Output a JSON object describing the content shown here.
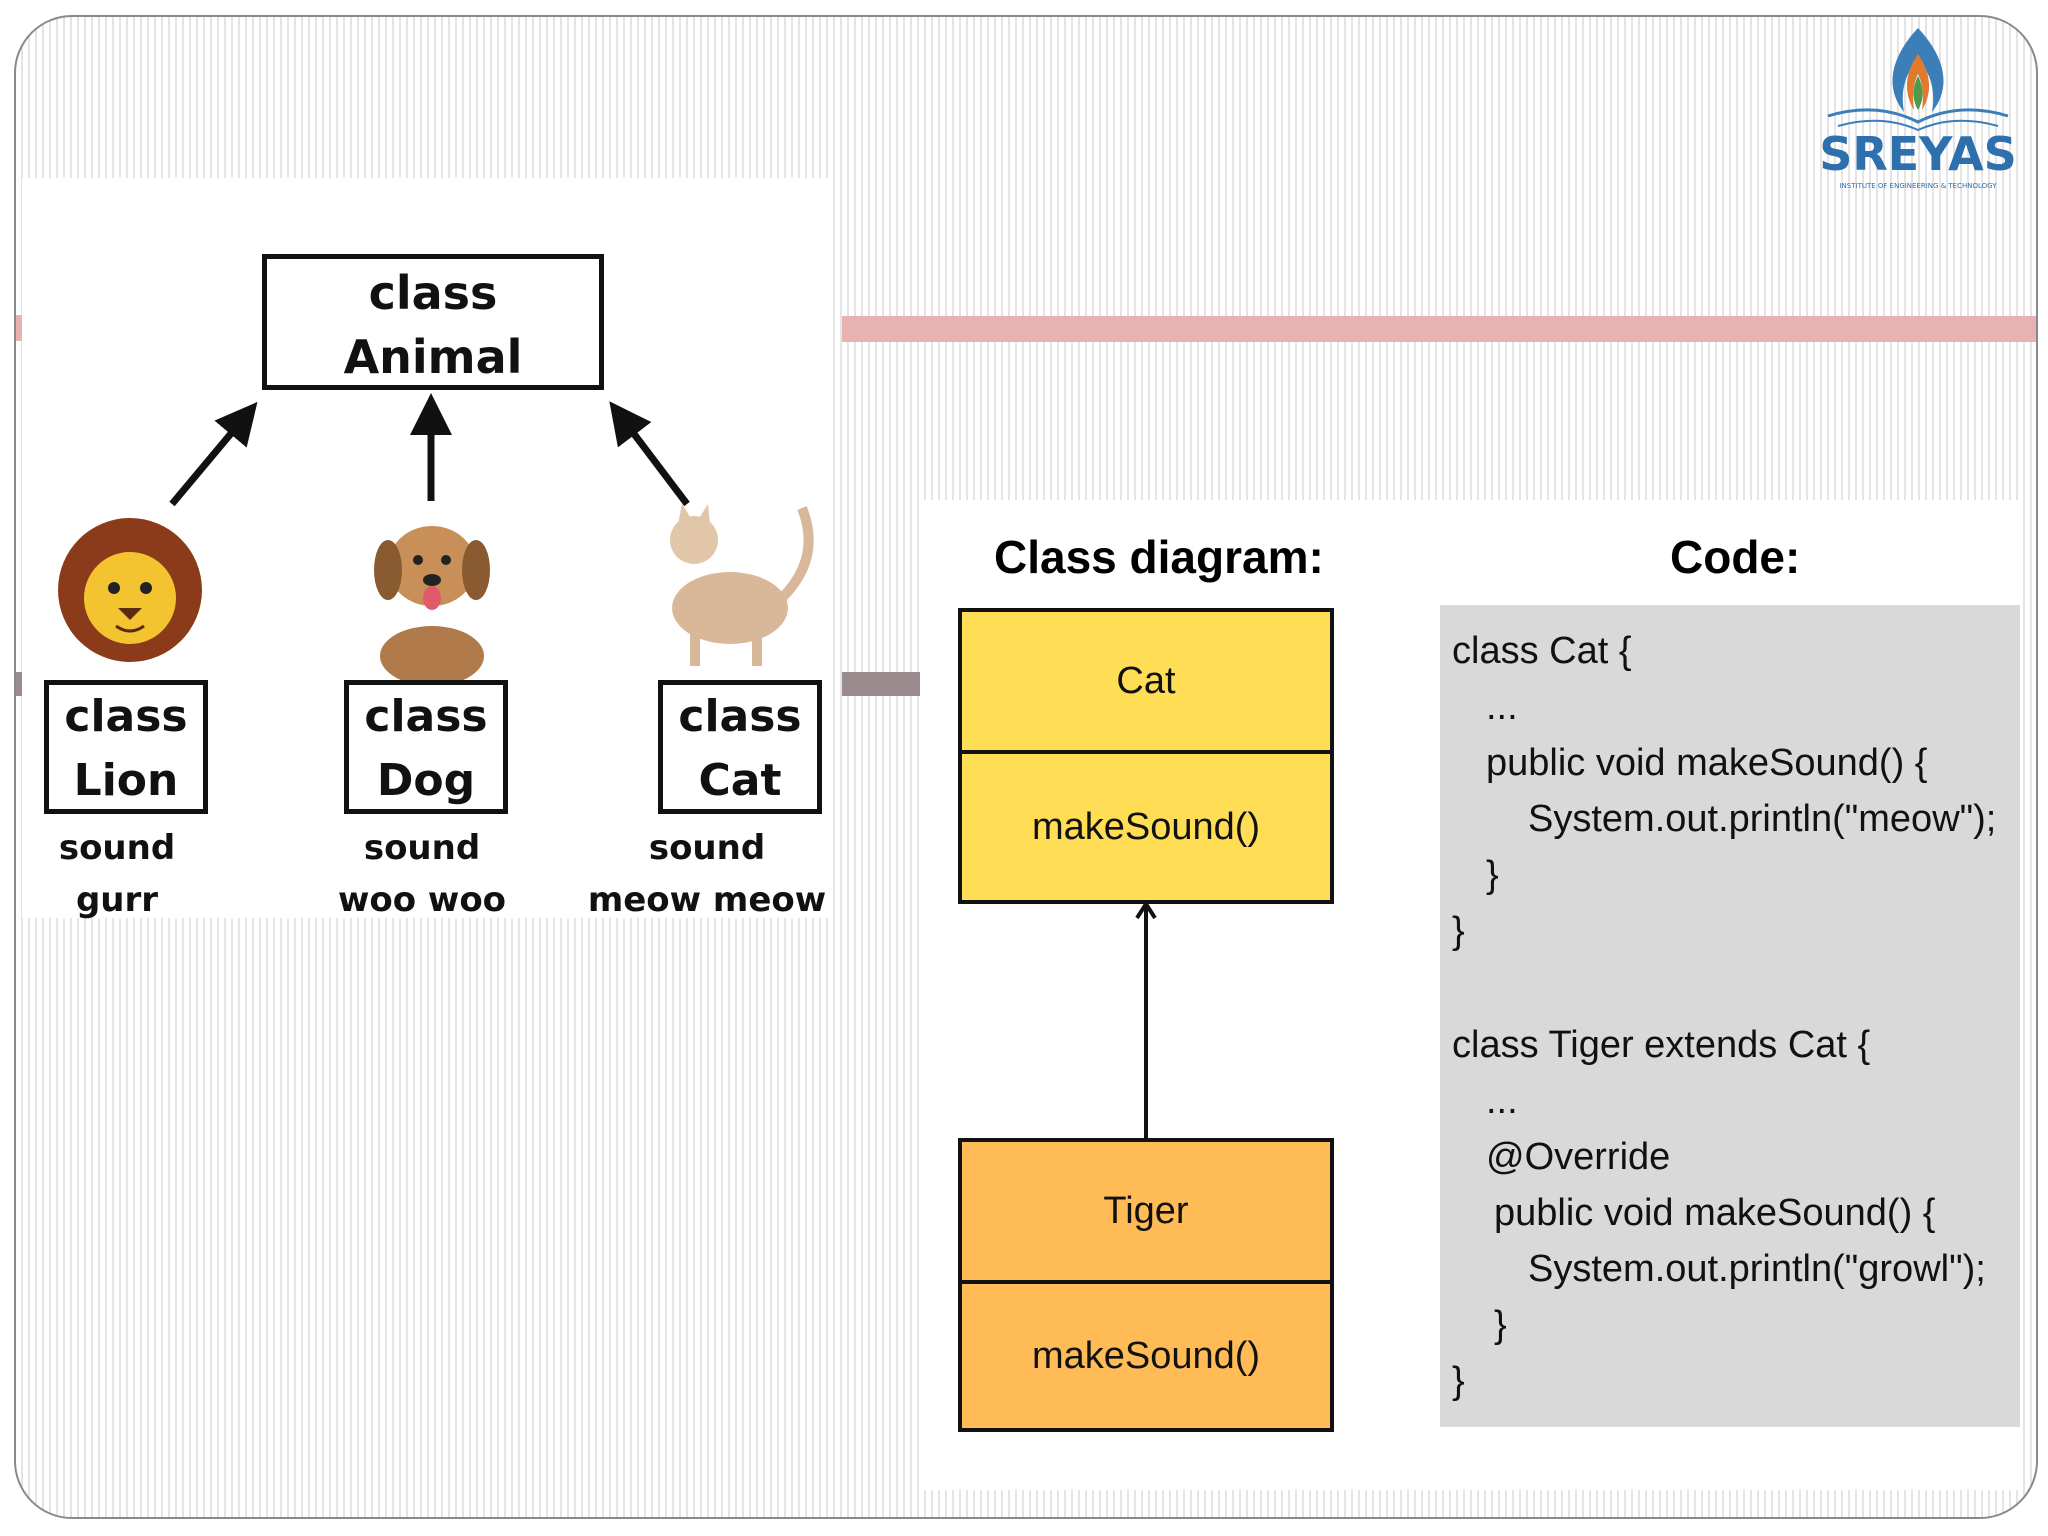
{
  "logo": {
    "text": "SREYAS",
    "tagline": "INSTITUTE OF ENGINEERING & TECHNOLOGY"
  },
  "animal_diagram": {
    "parent": {
      "line1": "class",
      "line2": "Animal"
    },
    "children": [
      {
        "line1": "class",
        "line2": "Lion",
        "sound_label": "sound",
        "sound_value": "gurr",
        "icon": "lion-icon"
      },
      {
        "line1": "class",
        "line2": "Dog",
        "sound_label": "sound",
        "sound_value": "woo woo",
        "icon": "dog-icon"
      },
      {
        "line1": "class",
        "line2": "Cat",
        "sound_label": "sound",
        "sound_value": "meow meow",
        "icon": "cat-icon"
      }
    ]
  },
  "class_diagram": {
    "heading": "Class diagram:",
    "parent": {
      "name": "Cat",
      "method": "makeSound()",
      "color": "#ffdd55"
    },
    "child": {
      "name": "Tiger",
      "method": "makeSound()",
      "color": "#ffbb55"
    }
  },
  "code": {
    "heading": "Code:",
    "lines": [
      "class Cat {",
      "...",
      "public void makeSound() {",
      "System.out.println(\"meow\");",
      "}",
      "}",
      "class Tiger extends Cat {",
      "...",
      "@Override",
      "public void makeSound() {",
      "System.out.println(\"growl\");",
      "}",
      "}"
    ]
  },
  "colors": {
    "accent_pink": "#e9b2b2",
    "accent_gray": "#9a8b8f",
    "code_bg": "#d9d9d9"
  }
}
